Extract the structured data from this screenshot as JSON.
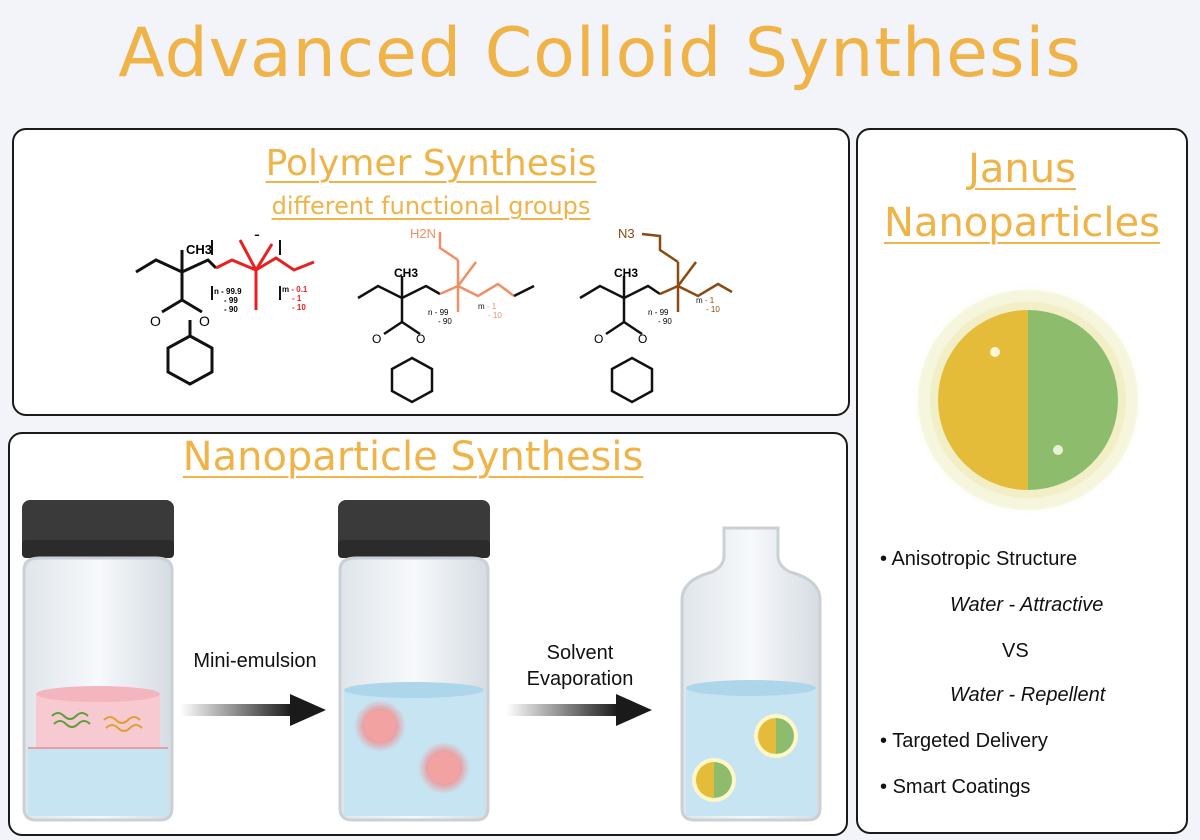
{
  "title": "Advanced Colloid Synthesis",
  "polymer": {
    "heading": "Polymer Synthesis",
    "subheading": "different functional groups",
    "structures": [
      {
        "pendant": "-",
        "ch3": "CH3",
        "n_label": "n",
        "n_values": [
          "- 99.9",
          "- 99",
          "- 90"
        ],
        "m_label": "m",
        "m_values": [
          "- 0.1",
          "- 1",
          "- 10"
        ]
      },
      {
        "pendant": "H2N",
        "ch3": "CH3",
        "n_label": "n",
        "n_values": [
          "- 99",
          "- 90"
        ],
        "m_label": "m",
        "m_values": [
          "- 1",
          "- 10"
        ]
      },
      {
        "pendant": "N3",
        "ch3": "CH3",
        "n_label": "n",
        "n_values": [
          "- 99",
          "- 90"
        ],
        "m_label": "m",
        "m_values": [
          "- 1",
          "- 10"
        ]
      }
    ],
    "atom_O": "O"
  },
  "nano": {
    "heading": "Nanoparticle Synthesis",
    "step1": "Mini-emulsion",
    "step2_line1": "Solvent",
    "step2_line2": "Evaporation"
  },
  "janus": {
    "heading_line1": "Janus",
    "heading_line2": "Nanoparticles",
    "bullet_1": "Anisotropic Structure",
    "sub_1": "Water - Attractive",
    "sub_vs": "VS",
    "sub_2": "Water - Repellent",
    "bullet_2": "Targeted Delivery",
    "bullet_3": "Smart Coatings",
    "bullet_symbol": "•"
  },
  "colors": {
    "accent": "#f0b347",
    "red": "#e8201f",
    "salmon": "#ef8f66",
    "brown": "#8a4a12",
    "janus_yellow": "#e4bc3a",
    "janus_green": "#8dbd6c",
    "water": "#c7e4f2",
    "organic": "#f6cad0"
  },
  "icons": [
    "vial-icon",
    "arrow-icon",
    "janus-particle-icon",
    "polymer-structure-icon"
  ]
}
